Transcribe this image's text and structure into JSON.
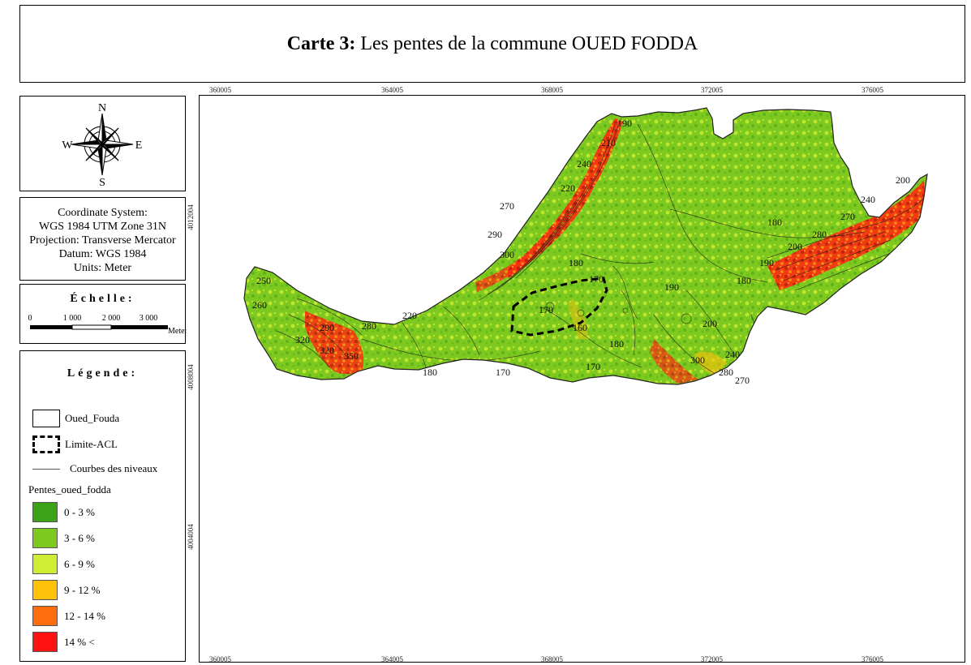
{
  "title": {
    "prefix": "Carte 3:",
    "text": " Les pentes de la commune OUED FODDA"
  },
  "compass": {
    "n": "N",
    "s": "S",
    "e": "E",
    "w": "W"
  },
  "coordinate_system": {
    "line1": "Coordinate System:",
    "line2": "WGS 1984 UTM Zone 31N",
    "line3": "Projection: Transverse Mercator",
    "line4": "Datum: WGS 1984",
    "line5": "Units: Meter"
  },
  "scale": {
    "title": "Échelle:",
    "labels": [
      "0",
      "1 000",
      "2 000",
      "3 000"
    ],
    "unit": "Meters"
  },
  "legend": {
    "title": "Légende:",
    "boundary": "Oued_Fouda",
    "acl": "Limite-ACL",
    "contours": "Courbes des niveaux",
    "slopes_title": "Pentes_oued_fodda",
    "classes": [
      {
        "label": "0 - 3 %",
        "color": "#3aa317"
      },
      {
        "label": "3 - 6 %",
        "color": "#7ec91f"
      },
      {
        "label": "6 - 9 %",
        "color": "#cfee33"
      },
      {
        "label": "9 - 12 %",
        "color": "#ffc20a"
      },
      {
        "label": "12 - 14 %",
        "color": "#ff6e0e"
      },
      {
        "label": "14 % <",
        "color": "#ff1212"
      }
    ]
  },
  "grid": {
    "x_top": [
      "360005",
      "364005",
      "368005",
      "372005",
      "376005"
    ],
    "x_bottom": [
      "360005",
      "364005",
      "368005",
      "372005",
      "376005"
    ],
    "y_left": [
      "4012004",
      "4008004",
      "4004004"
    ]
  },
  "contour_labels": [
    "170",
    "190",
    "210",
    "240",
    "220",
    "270",
    "290",
    "300",
    "180",
    "200",
    "240",
    "270",
    "280",
    "190",
    "180",
    "180",
    "200",
    "250",
    "260",
    "280",
    "290",
    "320",
    "350",
    "220",
    "180",
    "170",
    "170",
    "160",
    "180",
    "170",
    "190",
    "300",
    "280",
    "240",
    "270",
    "320",
    "200"
  ]
}
